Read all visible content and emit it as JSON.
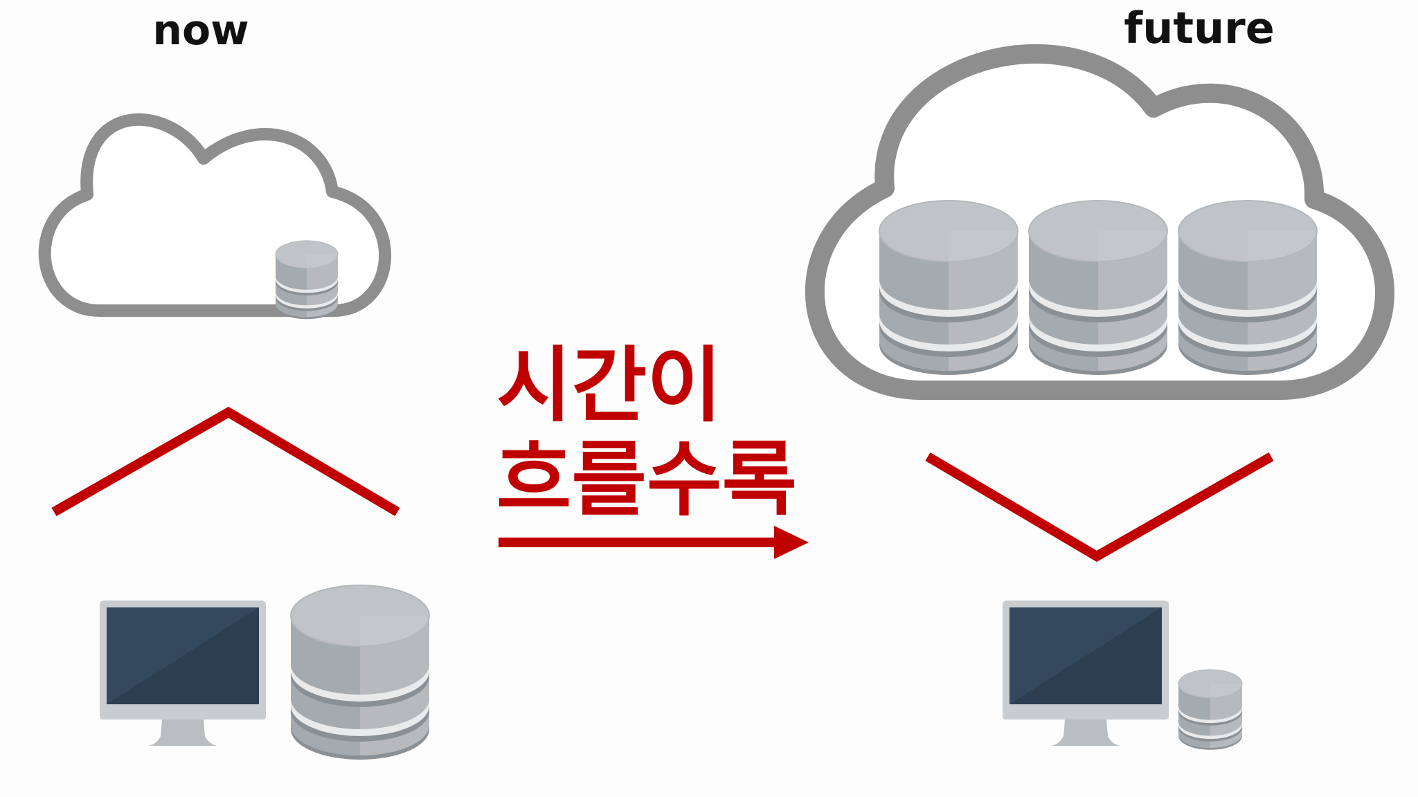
{
  "labels": {
    "now": "now",
    "future": "future"
  },
  "caption": {
    "line1": "시간이",
    "line2": "흐를수록"
  },
  "colors": {
    "accent_red": "#c00000",
    "cloud_outline": "#8e8e8e",
    "db_light": "#c0c3c7",
    "db_mid": "#a4abb0",
    "db_dark": "#8a9196",
    "db_stripe": "#e9eaeb",
    "monitor_frame": "#c9cdd0",
    "monitor_screen": "#34495e",
    "monitor_screen_shadow": "#2c3e50",
    "background": "#fdfdfd"
  },
  "icons": {
    "now_cloud": "cloud-icon",
    "future_cloud": "cloud-icon",
    "database": "database-icon",
    "computer": "monitor-icon",
    "arrow": "arrow-right-icon"
  }
}
